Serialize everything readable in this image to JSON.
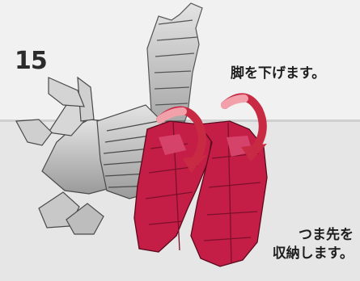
{
  "step": {
    "number": "15"
  },
  "instructions": {
    "lower_legs": "脚を下げます。",
    "store_toes_line1": "つま先を",
    "store_toes_line2": "収納します。"
  },
  "colors": {
    "leg_red": "#c41e47",
    "arrow_red": "#c82a43",
    "arrow_pink": "#f2a1ab",
    "body_grey": "#bdbdbd"
  },
  "icons": {
    "rotation_arrow_left": "curved-arrow-down-icon",
    "rotation_arrow_right": "curved-arrow-down-icon"
  }
}
